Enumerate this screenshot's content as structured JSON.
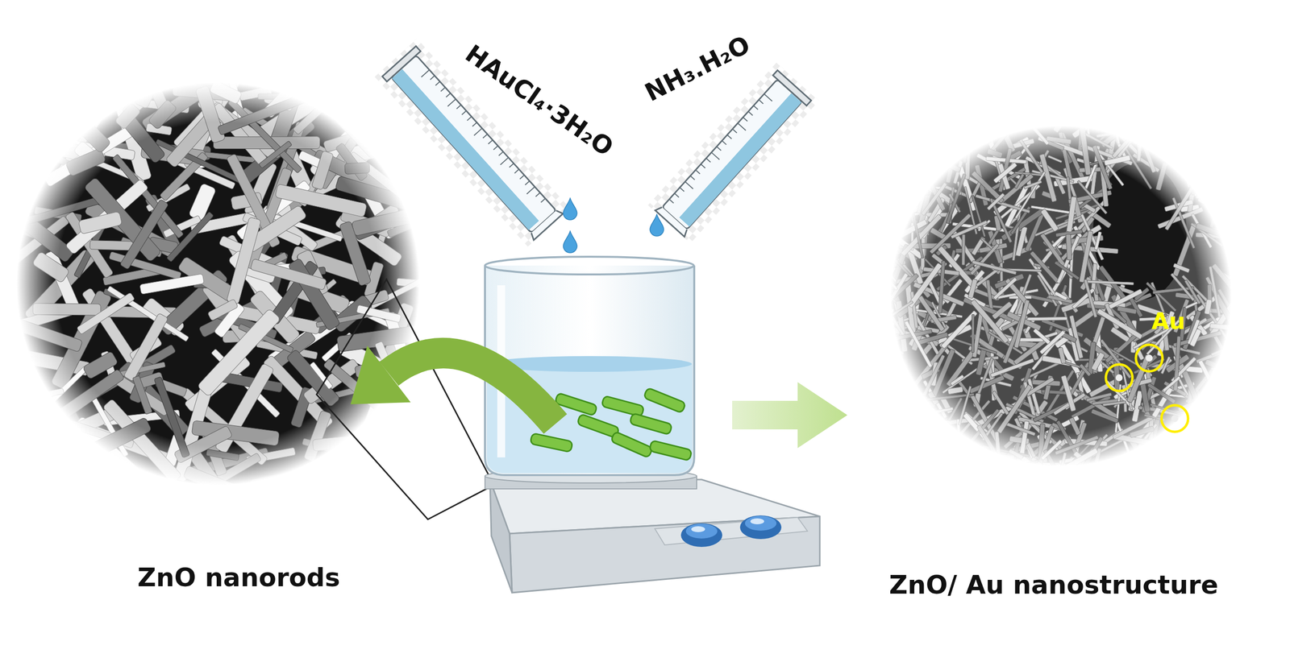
{
  "diagram": {
    "nodes": [
      {
        "text": [
          "ZnO nanorods"
        ]
      },
      {
        "text": [
          "Au",
          "ZnO/ Au nanostructure"
        ]
      }
    ],
    "labels": [
      "HAuCl₄·3H₂O",
      "NH₃.H₂O"
    ]
  }
}
